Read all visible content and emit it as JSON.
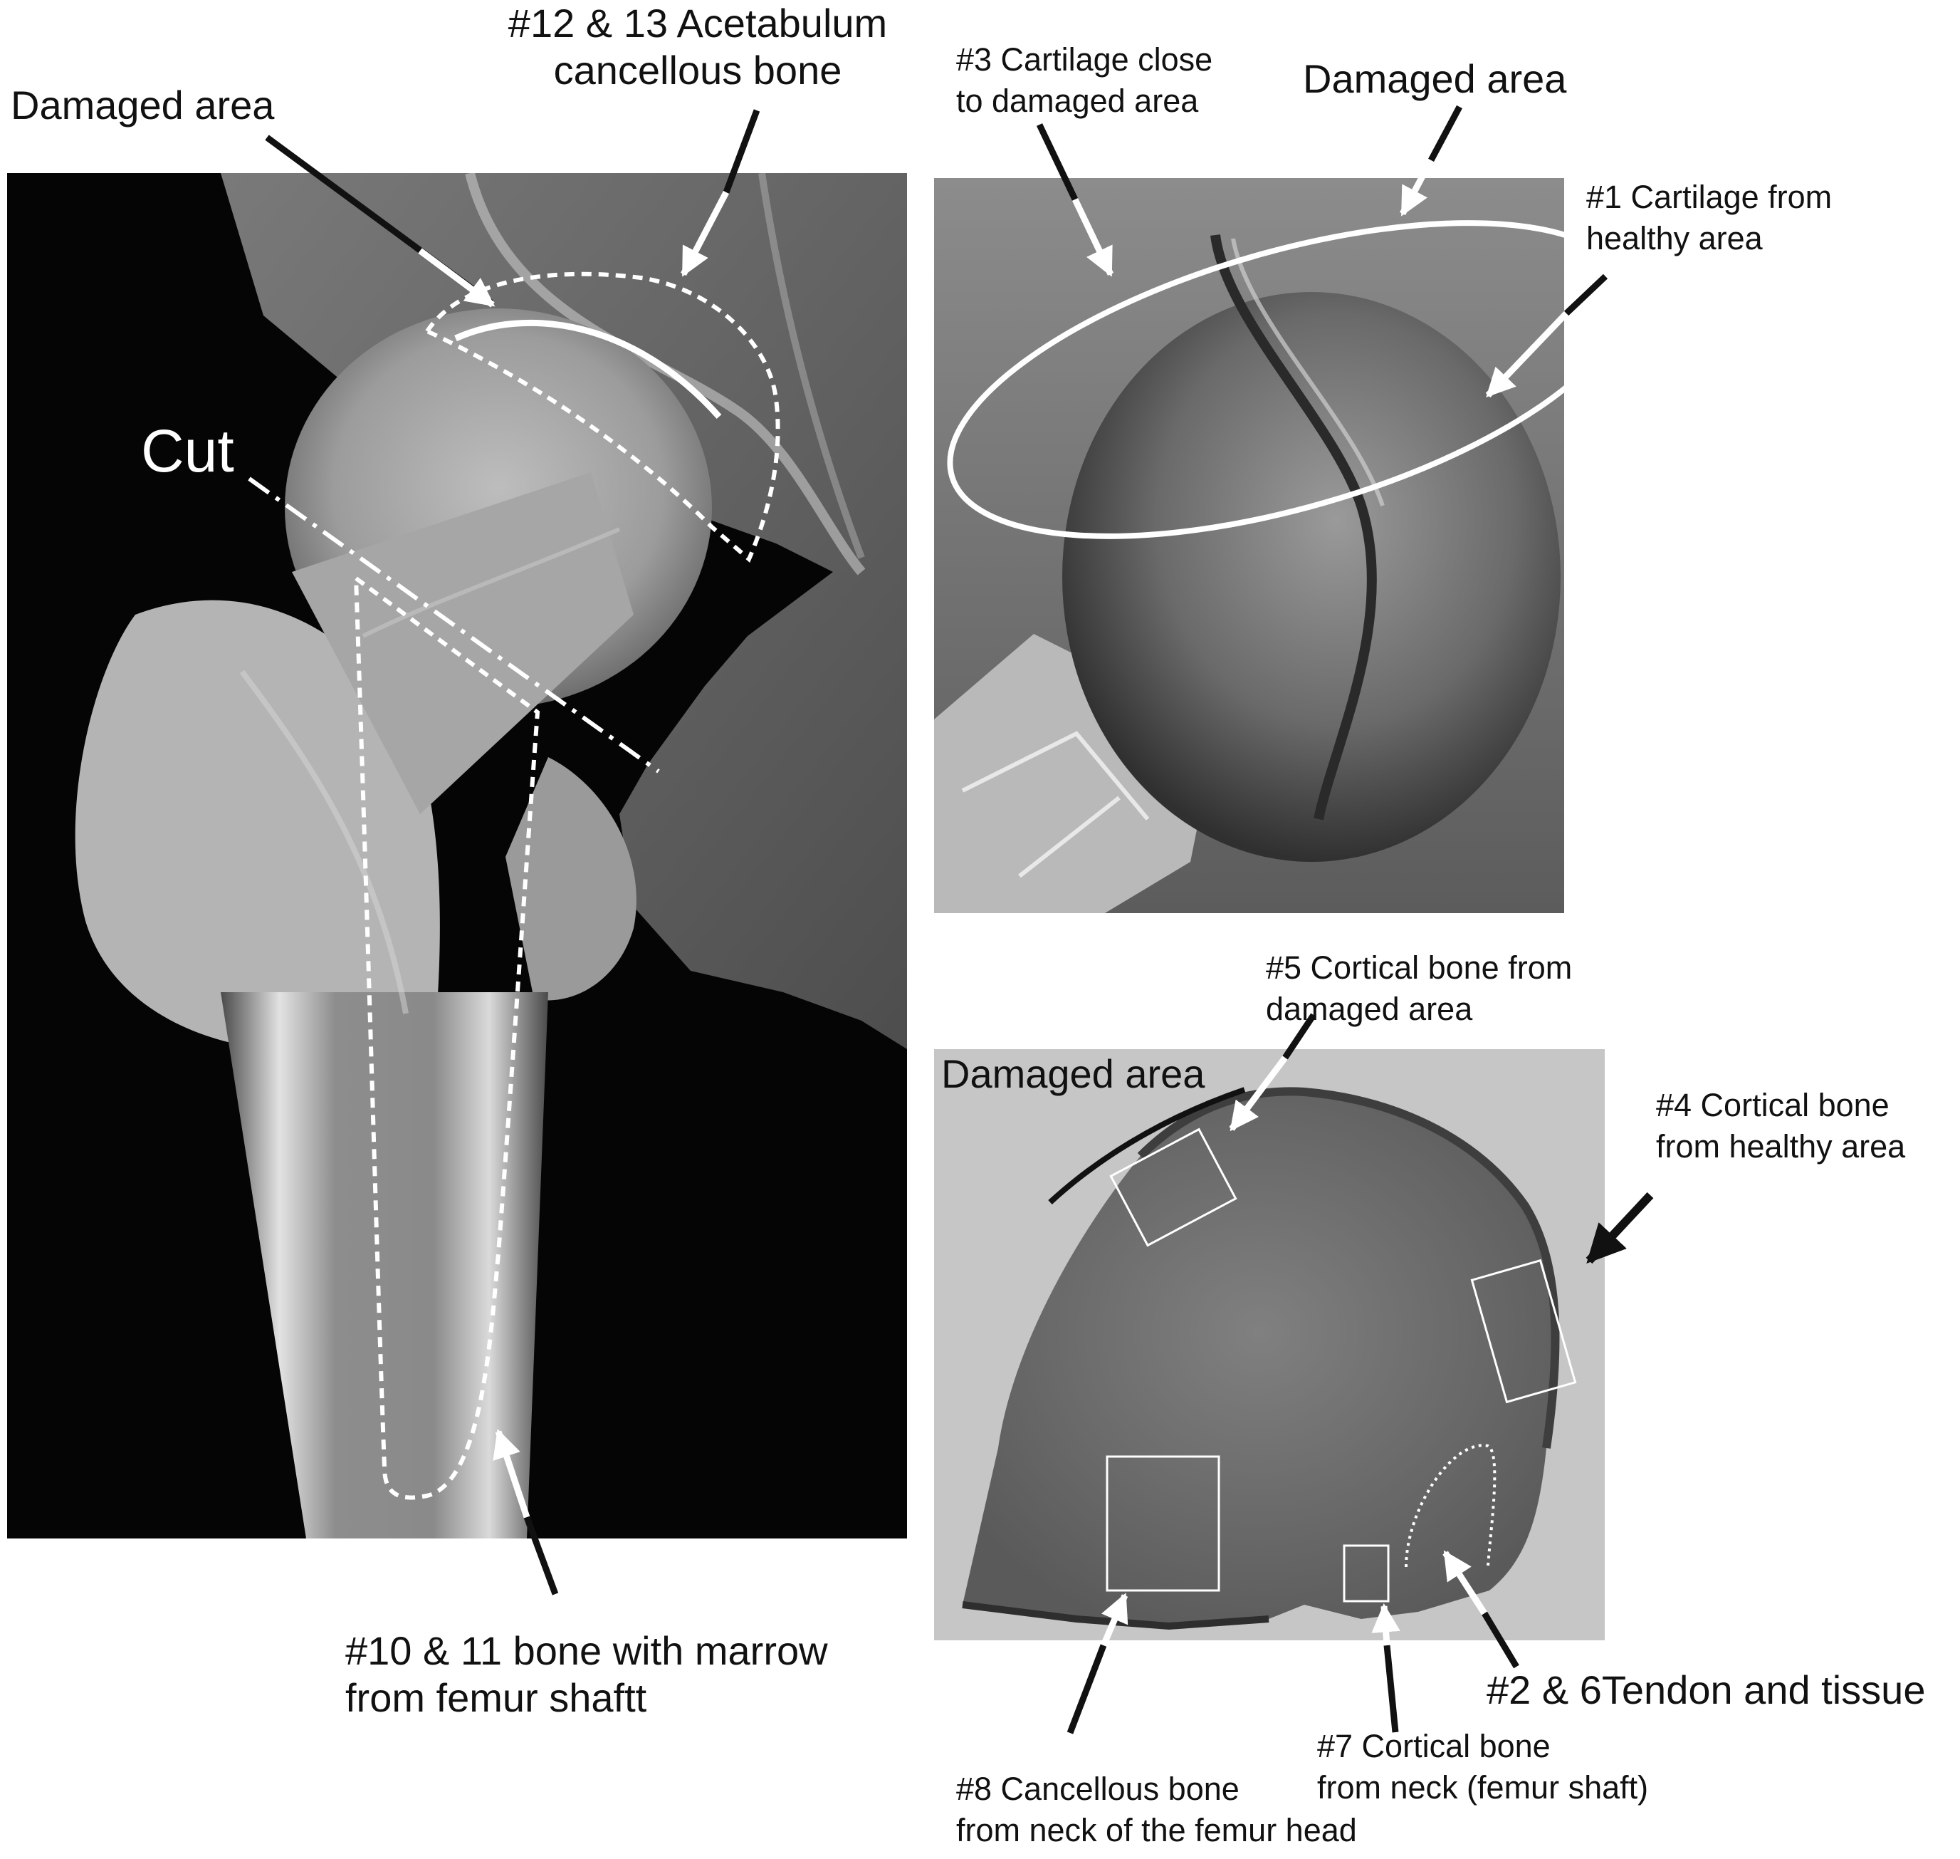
{
  "labels": {
    "acetabulum": [
      "#12 & 13 Acetabulum",
      "cancellous bone"
    ],
    "damaged_left": "Damaged area",
    "cut": "Cut",
    "shaft": [
      "#10 & 11 bone with marrow",
      "from femur shaftt"
    ],
    "cartilage_damaged": [
      "#3 Cartilage close",
      "to damaged area"
    ],
    "damaged_head": "Damaged area",
    "cartilage_healthy": [
      "#1 Cartilage from",
      "healthy area"
    ],
    "cortical_damaged": [
      "#5 Cortical bone from",
      "damaged area"
    ],
    "damaged_section": "Damaged area",
    "cortical_healthy": [
      "#4 Cortical bone",
      "from healthy area"
    ],
    "tendon": "#2 & 6Tendon and tissue",
    "cortical_neck": [
      "#7 Cortical bone",
      "from neck (femur shaft)"
    ],
    "cancellous_neck": [
      "#8 Cancellous bone",
      "from neck of the femur head"
    ]
  },
  "colors": {
    "text": "#111111",
    "annotation_white": "#ffffff",
    "annotation_black": "#111111"
  }
}
